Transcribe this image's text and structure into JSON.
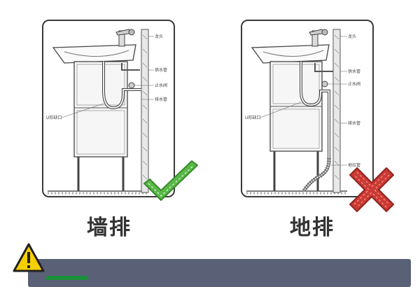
{
  "left_panel": {
    "labels": {
      "faucet": "龙头",
      "supply_pipe": "供水管",
      "stop_valve": "止水阀",
      "drain_pipe": "排水管",
      "u_trap": "U形缺口"
    },
    "caption": "墙排",
    "verdict": "correct"
  },
  "right_panel": {
    "labels": {
      "faucet": "龙头",
      "supply_pipe": "供水管",
      "stop_valve": "止水阀",
      "drain_pipe": "排水管",
      "u_trap": "U形缺口",
      "floor_drain": "地拉管"
    },
    "caption": "地排",
    "verdict": "wrong"
  },
  "colors": {
    "check": "#58b947",
    "cross": "#cc3a33",
    "warning_yellow": "#f5d000",
    "banner": "#5a6075"
  },
  "icons": [
    "check-icon",
    "cross-icon",
    "warning-icon"
  ]
}
